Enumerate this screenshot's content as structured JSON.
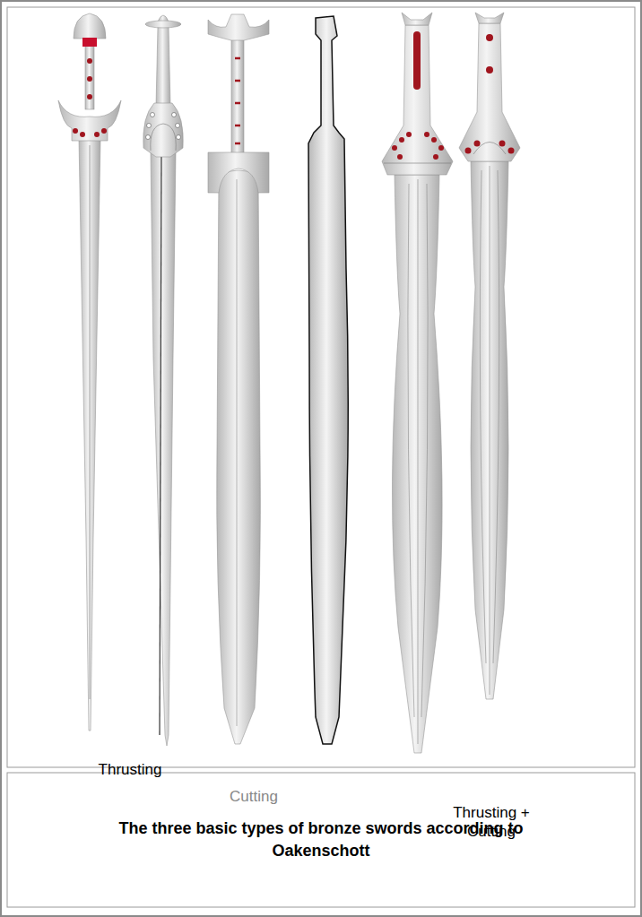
{
  "diagram": {
    "caption": "The three basic types of bronze swords according to Oakenschott",
    "labels": [
      "Thrusting",
      "Cutting",
      "Thrusting + Cutting"
    ]
  }
}
